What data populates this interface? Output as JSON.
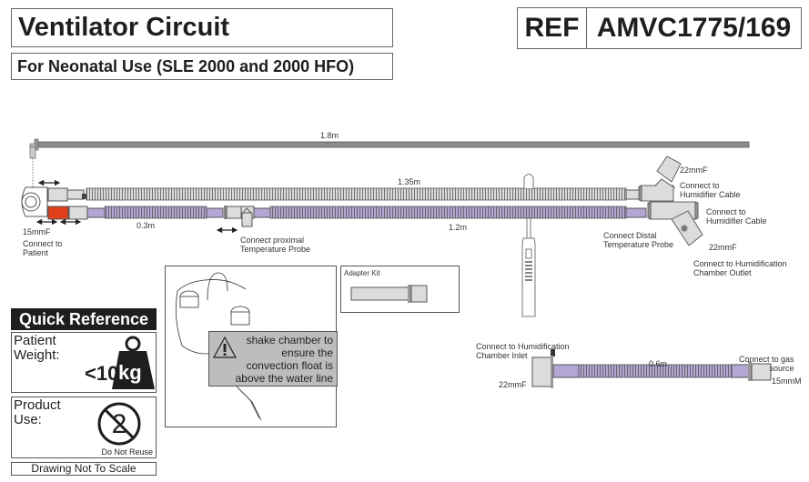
{
  "header": {
    "title": "Ventilator Circuit",
    "subtitle": "For Neonatal Use (SLE 2000 and 2000 HFO)",
    "ref_label": "REF",
    "ref_code": "AMVC1775/169"
  },
  "diagram": {
    "colors": {
      "tube_grey": "#d8d8d8",
      "tube_purple": "#b9acd6",
      "connector_red": "#e0401c",
      "outline": "#555555",
      "rod": "#8c8c8c"
    },
    "lengths": {
      "overall": "1.8m",
      "expiratory": "1.35m",
      "inspiratory_proximal": "0.3m",
      "inspiratory_main": "1.2m",
      "supply": "0.6m"
    },
    "labels": {
      "patient_size": "15mmF",
      "connect_patient": [
        "Connect to",
        "Patient"
      ],
      "proximal_probe": [
        "Connect proximal",
        "Temperature Probe"
      ],
      "distal_probe": [
        "Connect Distal",
        "Temperature Probe"
      ],
      "upper_22mmf": "22mmF",
      "humidifier_cable_1": [
        "Connect to",
        "Humidifier Cable"
      ],
      "humidifier_cable_2": [
        "Connect to",
        "Humidifier Cable"
      ],
      "lower_22mmf": "22mmF",
      "chamber_outlet": [
        "Connect to Humidification",
        "Chamber Outlet"
      ],
      "chamber_inlet": [
        "Connect to Humidification",
        "Chamber Inlet"
      ],
      "inlet_size": "22mmF",
      "gas_source": [
        "Connect to gas",
        "source"
      ],
      "gas_size": "15mmM"
    }
  },
  "adapter_kit": {
    "title": "Adapter Kit"
  },
  "chamber_warning": {
    "lines": [
      "shake chamber to",
      "ensure the",
      "convection float is",
      "above the water line"
    ]
  },
  "quick_reference": {
    "title": "Quick Reference",
    "weight_label": [
      "Patient",
      "Weight:"
    ],
    "weight_value": "<10",
    "weight_unit": "kg",
    "use_label": [
      "Product",
      "Use:"
    ],
    "use_value": "Do Not Reuse",
    "footer": "Drawing Not To Scale"
  }
}
